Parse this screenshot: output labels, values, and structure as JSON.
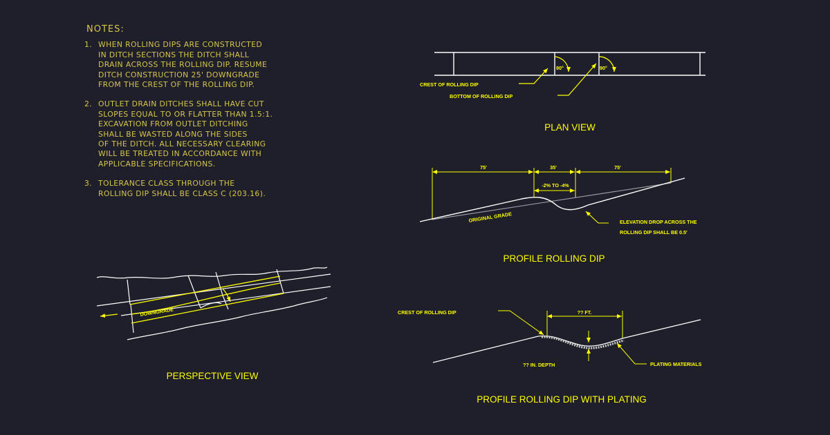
{
  "notes": {
    "heading": "NOTES:",
    "items": [
      {
        "num": "1.",
        "lines": [
          "WHEN ROLLING DIPS ARE CONSTRUCTED",
          "IN DITCH SECTIONS THE DITCH SHALL",
          "DRAIN ACROSS THE ROLLING DIP.  RESUME",
          "DITCH CONSTRUCTION 25' DOWNGRADE",
          "FROM THE CREST OF THE ROLLING DIP."
        ]
      },
      {
        "num": "2.",
        "lines": [
          "OUTLET DRAIN DITCHES SHALL HAVE CUT",
          "SLOPES EQUAL TO OR FLATTER THAN 1.5:1.",
          "EXCAVATION FROM OUTLET DITCHING",
          "SHALL BE WASTED ALONG THE SIDES",
          "OF THE DITCH.  ALL NECESSARY CLEARING",
          "WILL BE TREATED IN ACCORDANCE WITH",
          "APPLICABLE SPECIFICATIONS."
        ]
      },
      {
        "num": "3.",
        "lines": [
          "TOLERANCE CLASS THROUGH THE",
          "ROLLING DIP SHALL BE CLASS C (203.16)."
        ]
      }
    ]
  },
  "plan_view": {
    "title": "PLAN VIEW",
    "angle_left": "90°",
    "angle_right": "90°",
    "label_crest": "CREST OF ROLLING DIP",
    "label_bottom": "BOTTOM OF ROLLING DIP"
  },
  "profile": {
    "title": "PROFILE ROLLING DIP",
    "dim_left": "75'",
    "dim_mid": "35'",
    "dim_right": "75'",
    "slope": "-2% TO -4%",
    "original_grade": "ORIGINAL GRADE",
    "note_line1": "ELEVATION DROP ACROSS THE",
    "note_line2": "ROLLING DIP SHALL BE 0.5'"
  },
  "perspective": {
    "title": "PERSPECTIVE VIEW",
    "downgrade": "DOWNGRADE"
  },
  "plating": {
    "title": "PROFILE ROLLING DIP WITH PLATING",
    "crest": "CREST OF ROLLING DIP",
    "dim": "?? FT.",
    "depth": "?? IN. DEPTH",
    "materials": "PLATING MATERIALS"
  },
  "colors": {
    "background": "#1e1f2a",
    "annotation": "#ffff00",
    "notes_text": "#d6c64a",
    "linework": "#ffffff"
  }
}
